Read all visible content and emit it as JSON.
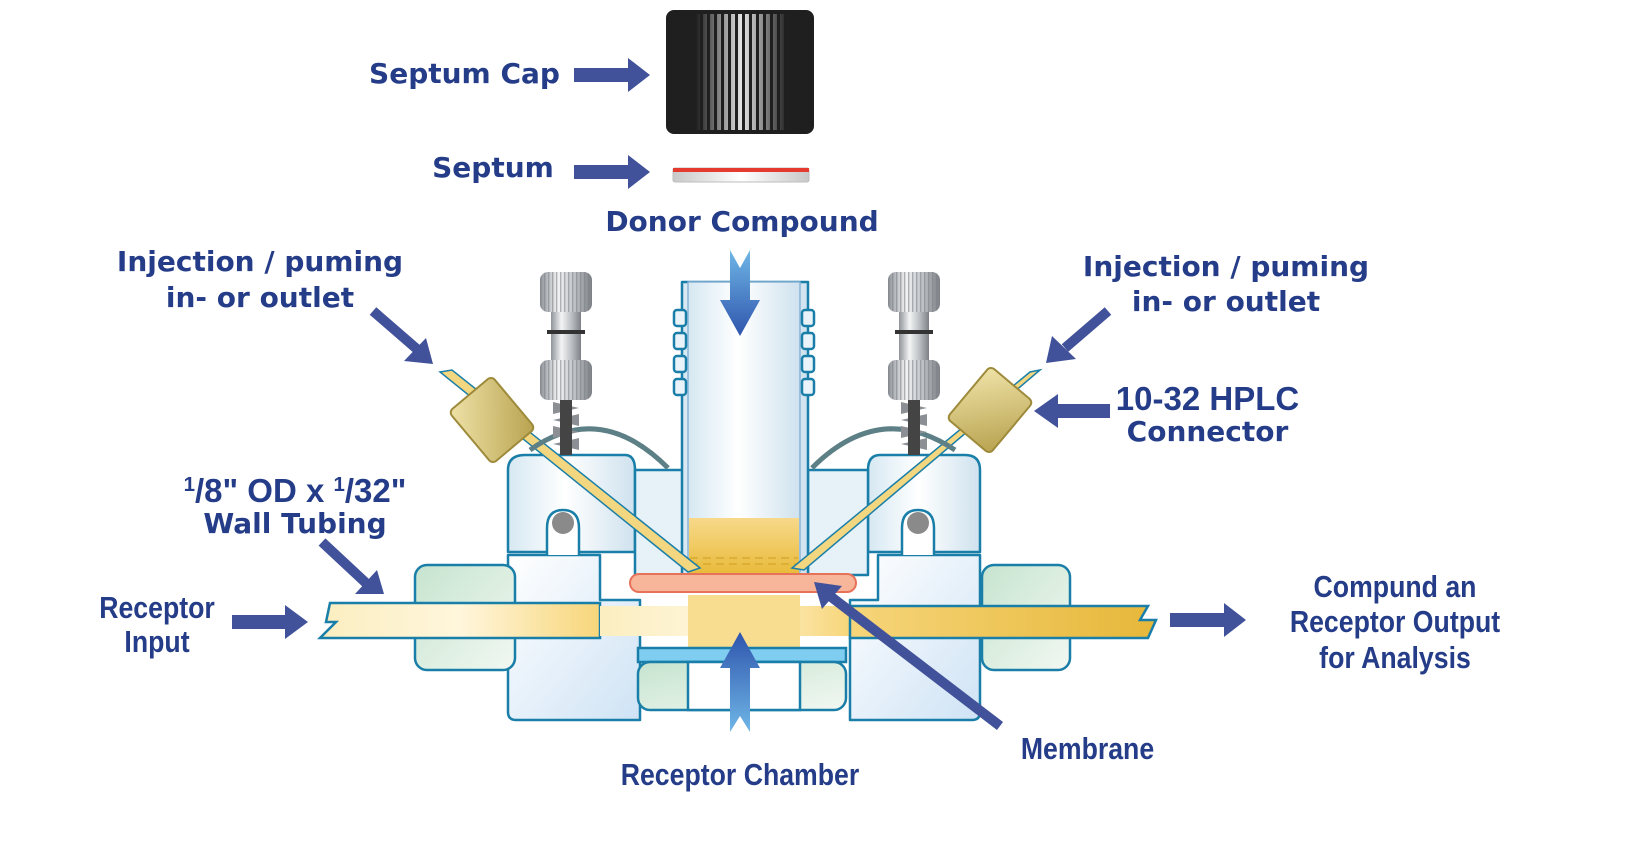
{
  "diagram": {
    "title": "Vertical Diffusion Cell (flow-through) component diagram",
    "colors": {
      "label_text": "#253d88",
      "arrow": "#42529a",
      "flow_arrow_top": "#2f55ad",
      "flow_arrow_bottom": "#6fb6e6",
      "cell_outline": "#1a7fa8",
      "cell_fill": "#dcebf7",
      "fitting_fill": "#cfe7d5",
      "liquid": "#f2c94c",
      "tubing": "#f7e3a3",
      "membrane": "#f7b69a",
      "membrane_edge": "#e7725a",
      "septum_red": "#e53a2f",
      "cap_black": "#1f1f1f",
      "hplc_connector": "#c9b664"
    },
    "labels": {
      "septum_cap": "Septum Cap",
      "septum": "Septum",
      "donor_compound": "Donor Compound",
      "injection_left_line1": "Injection / puming",
      "injection_left_line2": "in- or outlet",
      "injection_right_line1": "Injection / puming",
      "injection_right_line2": "in- or outlet",
      "hplc_line1": "10-32 HPLC",
      "hplc_line2": "Connector",
      "tubing_num1": "1",
      "tubing_mid1": "/8\" OD x ",
      "tubing_num2": "1",
      "tubing_mid2": "/32\"",
      "tubing_line2": "Wall Tubing",
      "receptor_input_line1": "Receptor",
      "receptor_input_line2": "Input",
      "output_line1": "Compund an",
      "output_line2": "Receptor Output",
      "output_line3": "for Analysis",
      "membrane": "Membrane",
      "receptor_chamber": "Receptor Chamber"
    }
  }
}
